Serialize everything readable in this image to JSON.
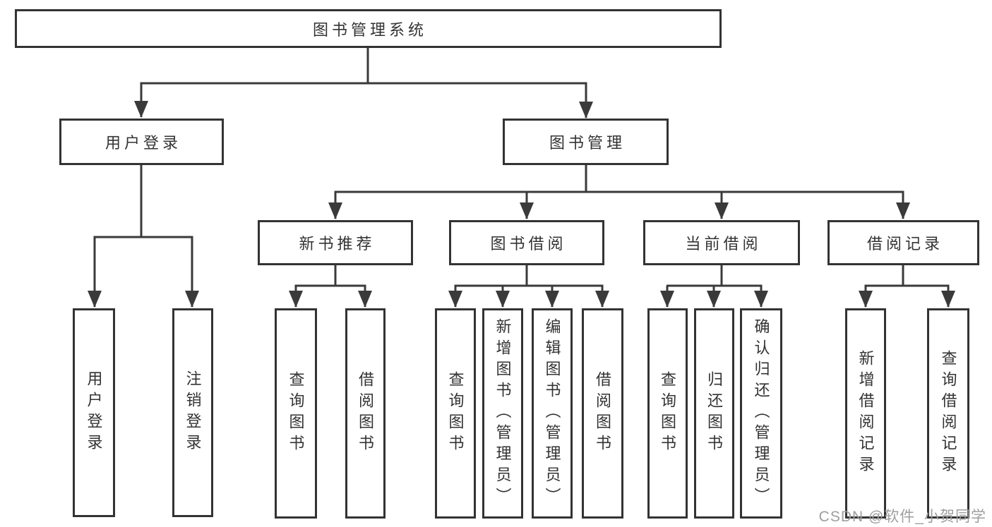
{
  "colors": {
    "line": "#3a3a3a",
    "border": "#333333",
    "text": "#333333",
    "watermark": "#9e9e9e",
    "bg": "#ffffff"
  },
  "watermark": {
    "text": "CSDN @软件_小贺同学"
  },
  "diagram": {
    "root": "图书管理系统",
    "branches": [
      {
        "label": "用户登录",
        "children": [
          "用户登录",
          "注销登录"
        ]
      },
      {
        "label": "图书管理",
        "children": [
          {
            "label": "新书推荐",
            "children": [
              "查询图书",
              "借阅图书"
            ]
          },
          {
            "label": "图书借阅",
            "children": [
              "查询图书",
              "新增图书（管理员）",
              "编辑图书（管理员）",
              "借阅图书"
            ]
          },
          {
            "label": "当前借阅",
            "children": [
              "查询图书",
              "归还图书",
              "确认归还（管理员）"
            ]
          },
          {
            "label": "借阅记录",
            "children": [
              "新增借阅记录",
              "查询借阅记录"
            ]
          }
        ]
      }
    ]
  }
}
